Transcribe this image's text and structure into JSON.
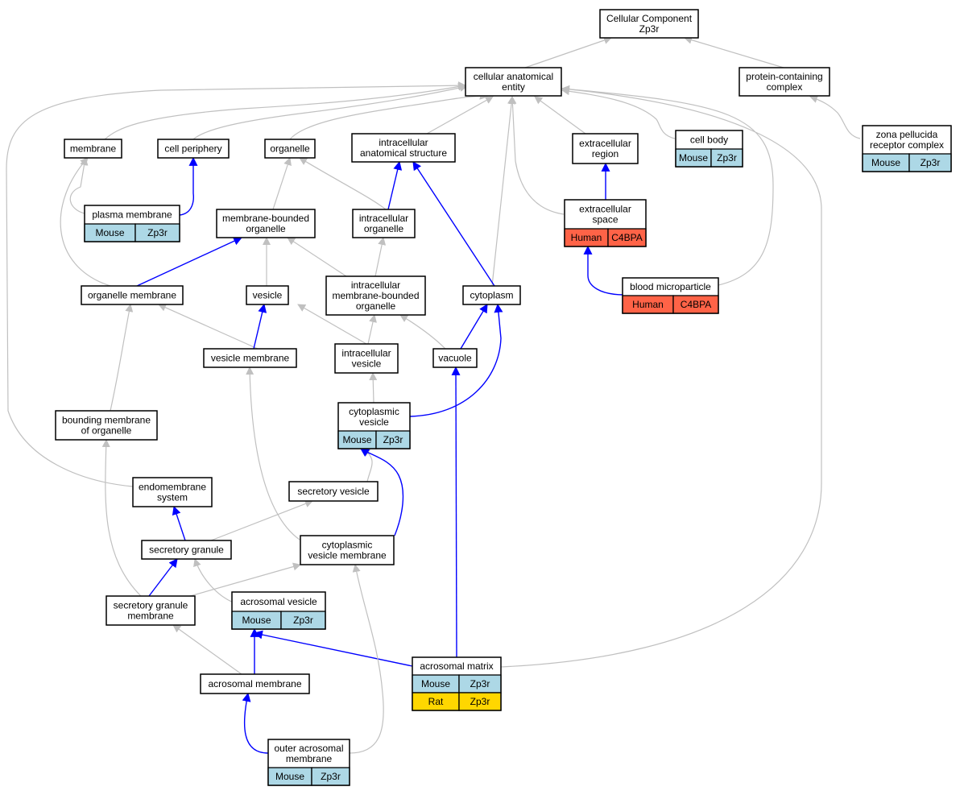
{
  "colors": {
    "gray_edge": "#c0c0c0",
    "blue_edge": "#0000ff",
    "mouse": "#add8e6",
    "rat": "#ffd700",
    "human": "#ff6347"
  },
  "nodes": {
    "root": {
      "lines": [
        "Cellular Component",
        "Zp3r"
      ]
    },
    "cae": {
      "lines": [
        "cellular anatomical",
        "entity"
      ]
    },
    "pcc": {
      "lines": [
        "protein-containing",
        "complex"
      ]
    },
    "membrane": {
      "lines": [
        "membrane"
      ]
    },
    "cellperiph": {
      "lines": [
        "cell periphery"
      ]
    },
    "organelle": {
      "lines": [
        "organelle"
      ]
    },
    "ias": {
      "lines": [
        "intracellular",
        "anatomical structure"
      ]
    },
    "extreg": {
      "lines": [
        "extracellular",
        "region"
      ]
    },
    "cellbody": {
      "lines": [
        "cell body"
      ],
      "rows": [
        {
          "org": "Mouse",
          "gene": "Zp3r"
        }
      ]
    },
    "zprc": {
      "lines": [
        "zona pellucida",
        "receptor complex"
      ],
      "rows": [
        {
          "org": "Mouse",
          "gene": "Zp3r"
        }
      ]
    },
    "plasmam": {
      "lines": [
        "plasma membrane"
      ],
      "rows": [
        {
          "org": "Mouse",
          "gene": "Zp3r"
        }
      ]
    },
    "mbo": {
      "lines": [
        "membrane-bounded",
        "organelle"
      ]
    },
    "iorg": {
      "lines": [
        "intracellular",
        "organelle"
      ]
    },
    "extspace": {
      "lines": [
        "extracellular",
        "space"
      ],
      "rows": [
        {
          "org": "Human",
          "gene": "C4BPA"
        }
      ]
    },
    "orgmem": {
      "lines": [
        "organelle membrane"
      ]
    },
    "vesicle": {
      "lines": [
        "vesicle"
      ]
    },
    "imbo": {
      "lines": [
        "intracellular",
        "membrane-bounded",
        "organelle"
      ]
    },
    "cytoplasm": {
      "lines": [
        "cytoplasm"
      ]
    },
    "bmp": {
      "lines": [
        "blood microparticle"
      ],
      "rows": [
        {
          "org": "Human",
          "gene": "C4BPA"
        }
      ]
    },
    "vesmem": {
      "lines": [
        "vesicle membrane"
      ]
    },
    "ivesicle": {
      "lines": [
        "intracellular",
        "vesicle"
      ]
    },
    "vacuole": {
      "lines": [
        "vacuole"
      ]
    },
    "bmo": {
      "lines": [
        "bounding membrane",
        "of organelle"
      ]
    },
    "cytves": {
      "lines": [
        "cytoplasmic",
        "vesicle"
      ],
      "rows": [
        {
          "org": "Mouse",
          "gene": "Zp3r"
        }
      ]
    },
    "endo": {
      "lines": [
        "endomembrane",
        "system"
      ]
    },
    "secves": {
      "lines": [
        "secretory vesicle"
      ]
    },
    "secgran": {
      "lines": [
        "secretory granule"
      ]
    },
    "cvm": {
      "lines": [
        "cytoplasmic",
        "vesicle membrane"
      ]
    },
    "sgm": {
      "lines": [
        "secretory granule",
        "membrane"
      ]
    },
    "acrves": {
      "lines": [
        "acrosomal vesicle"
      ],
      "rows": [
        {
          "org": "Mouse",
          "gene": "Zp3r"
        }
      ]
    },
    "acrmat": {
      "lines": [
        "acrosomal matrix"
      ],
      "rows": [
        {
          "org": "Mouse",
          "gene": "Zp3r"
        },
        {
          "org": "Rat",
          "gene": "Zp3r"
        }
      ]
    },
    "acrmem": {
      "lines": [
        "acrosomal membrane"
      ]
    },
    "oam": {
      "lines": [
        "outer acrosomal",
        "membrane"
      ],
      "rows": [
        {
          "org": "Mouse",
          "gene": "Zp3r"
        }
      ]
    }
  }
}
